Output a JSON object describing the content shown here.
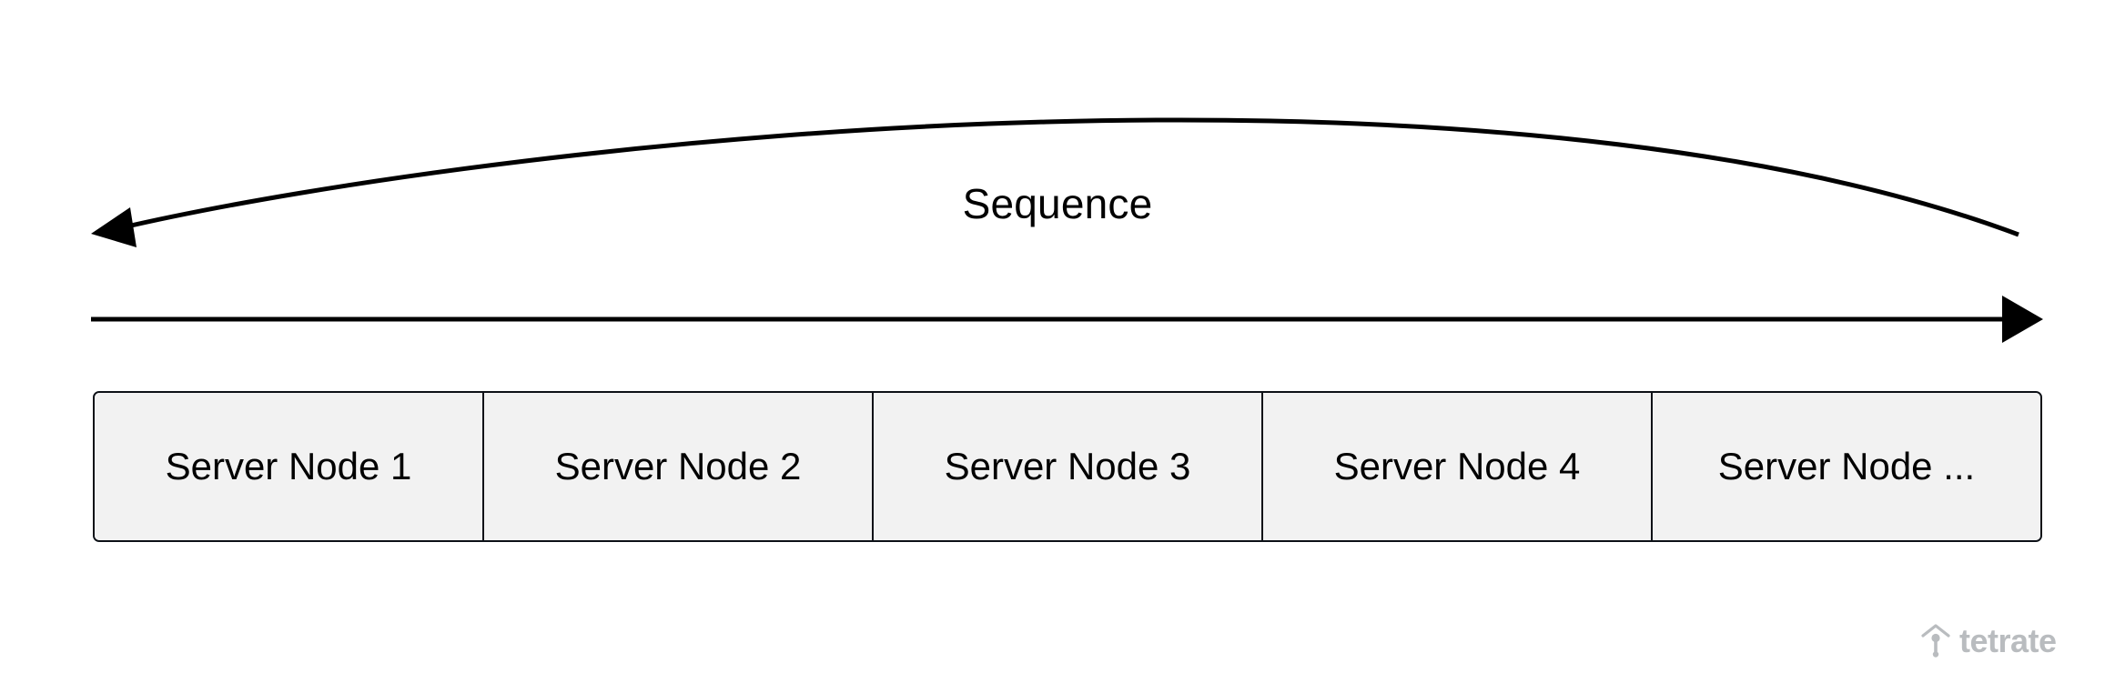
{
  "diagram": {
    "title_label": "Sequence",
    "arrows": [
      {
        "name": "curved-arrow-backward",
        "direction": "left",
        "color": "#000000",
        "has_arrowhead": true
      },
      {
        "name": "straight-arrow-forward",
        "direction": "right",
        "color": "#000000",
        "has_arrowhead": true
      }
    ],
    "nodes": [
      {
        "label": "Server Node 1"
      },
      {
        "label": "Server Node 2"
      },
      {
        "label": "Server Node 3"
      },
      {
        "label": "Server Node 4"
      },
      {
        "label": "Server Node ..."
      }
    ],
    "node_fill_color": "#f2f2f2",
    "node_border_color": "#0d1117"
  },
  "branding": {
    "logo_text": "tetrate",
    "logo_color": "#b9bcbf",
    "logo_mark_name": "tetrate-pin-icon"
  }
}
